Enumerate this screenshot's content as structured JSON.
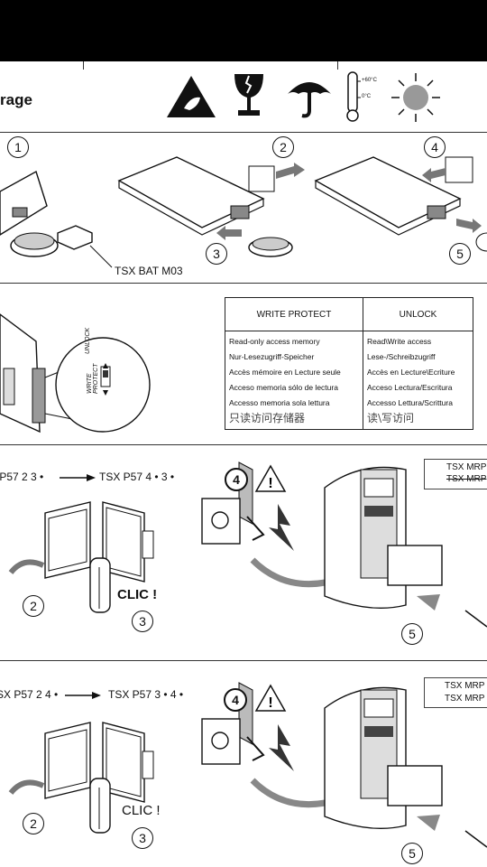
{
  "header": {
    "title": "rage"
  },
  "icons": [
    "esd-warning-icon",
    "fragile-icon",
    "keep-dry-icon",
    "thermometer-icon",
    "sun-icon"
  ],
  "thermometer": {
    "high": "+60°C",
    "low": "0°C"
  },
  "section1": {
    "steps": [
      "1",
      "2",
      "3",
      "4",
      "5"
    ],
    "battery_label": "TSX BAT M03"
  },
  "section2": {
    "switch_labels": {
      "unlock": "UNLOCK",
      "write_protect": "WRITE PROTECT"
    },
    "table": {
      "col1_header": "WRITE PROTECT",
      "col2_header": "UNLOCK",
      "col1_rows": [
        "Read-only access memory",
        "Nur-Lesezugriff-Speicher",
        "Accès mémoire en Lecture seule",
        "Acceso memoria sólo de lectura",
        "Accesso memoria sola lettura",
        "只读访问存储器"
      ],
      "col2_rows": [
        "Read\\Write access",
        "Lese-/Schreibzugriff",
        "Accès en Lecture\\Ecriture",
        "Acceso Lectura/Escritura",
        "Accesso Lettura/Scrittura",
        "读\\写访问"
      ]
    }
  },
  "section3": {
    "from_ref": "( P57 2 3 •",
    "to_ref": "TSX P57 4 • 3 •",
    "clic": "CLIC !",
    "steps": [
      "2",
      "3",
      "4",
      "5"
    ],
    "ref_box": [
      "TSX MRP",
      "TSX MRP"
    ]
  },
  "section4": {
    "from_ref": "SX P57 2 4 •",
    "to_ref": "TSX P57 3 • 4 •",
    "clic": "CLIC !",
    "steps": [
      "2",
      "3",
      "4",
      "5"
    ],
    "ref_box": [
      "TSX MRP",
      "TSX MRP"
    ]
  }
}
